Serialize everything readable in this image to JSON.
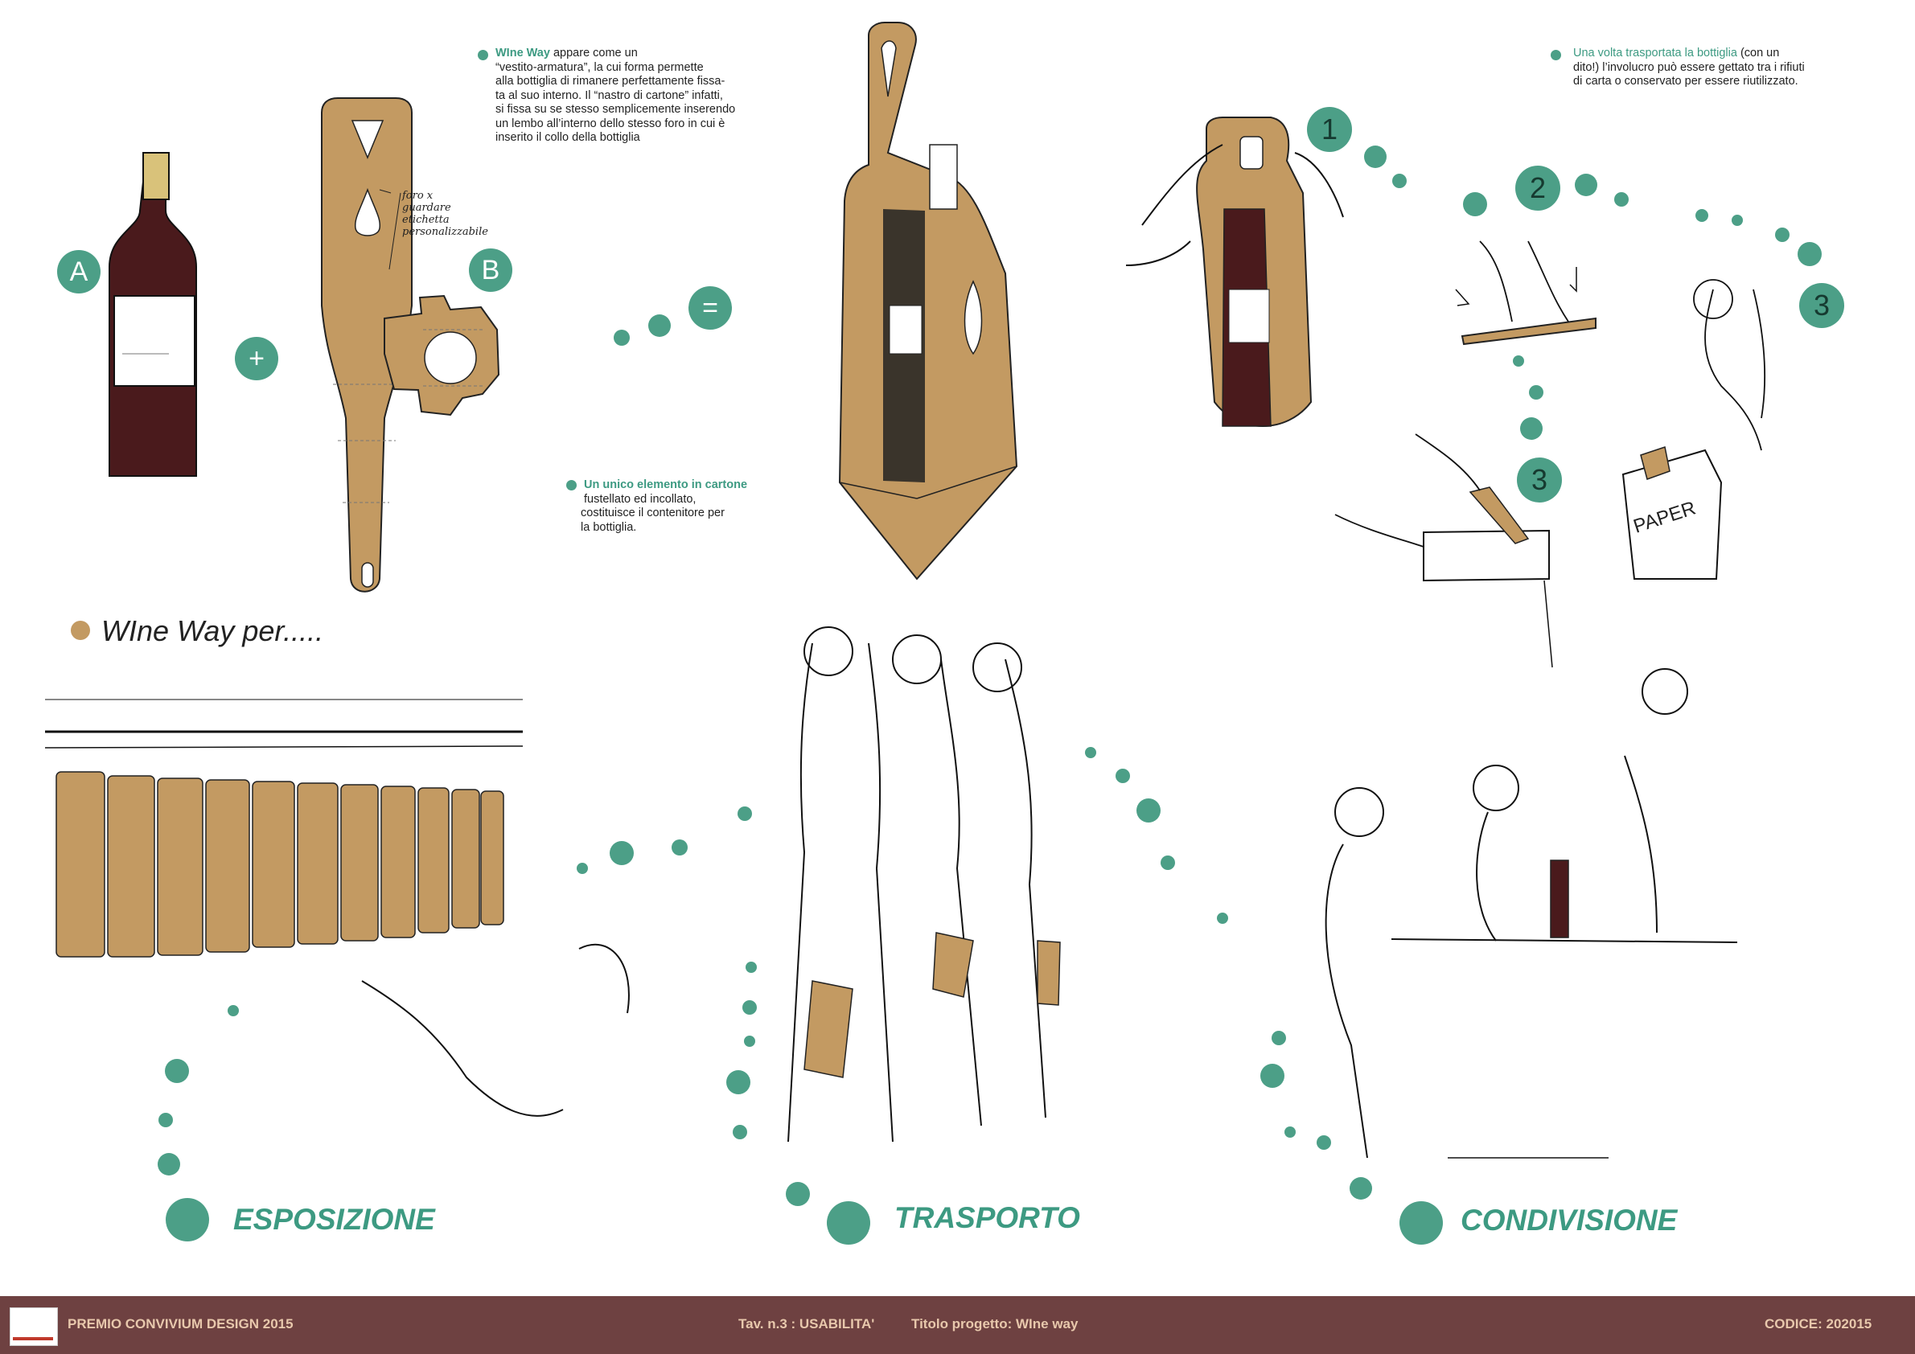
{
  "colors": {
    "teal": "#4c9f87",
    "teal_text": "#3d9a82",
    "cardboard": "#c39a62",
    "wine": "#4a1a1c",
    "gold": "#d9c27a",
    "footer_bg": "#6e4141",
    "footer_text": "#e8c8ac"
  },
  "top_description": {
    "highlight": "WIne Way",
    "lines_rest": [
      " appare come un",
      "“vestito-armatura”, la cui forma permette",
      "alla bottiglia di rimanere perfettamente fissa-",
      "ta al suo interno. Il “nastro di cartone” infatti,",
      "si fissa su se stesso semplicemente inserendo",
      "un lembo all’interno dello stesso foro in cui è",
      "inserito il collo della bottiglia"
    ]
  },
  "element_description": {
    "highlight": "Un unico elemento in cartone",
    "lines_rest": [
      "fustellato ed incollato,",
      "costituisce il contenitore per",
      "la bottiglia."
    ]
  },
  "reuse_description": {
    "highlight": "Una volta trasportata la bottiglia",
    "lines_rest": [
      " (con un",
      "dito!) l’involucro può essere gettato tra i rifiuti",
      "di carta o conservato per essere riutilizzato."
    ]
  },
  "handwritten_note": [
    "foro x",
    "guardare",
    "etichetta",
    "personalizzabile"
  ],
  "labels": {
    "a": "A",
    "b": "B",
    "plus": "+",
    "equals": "=",
    "paper": "PAPER"
  },
  "steps": [
    "1",
    "2",
    "3",
    "3"
  ],
  "categories_heading": "WIne Way per.....",
  "categories": [
    "ESPOSIZIONE",
    "TRASPORTO",
    "CONDIVISIONE"
  ],
  "footer": {
    "competition": "PREMIO CONVIVIUM DESIGN 2015",
    "table": "Tav. n.3 : USABILITA'",
    "project": "Titolo progetto: WIne way",
    "code": "CODICE:  202015"
  }
}
